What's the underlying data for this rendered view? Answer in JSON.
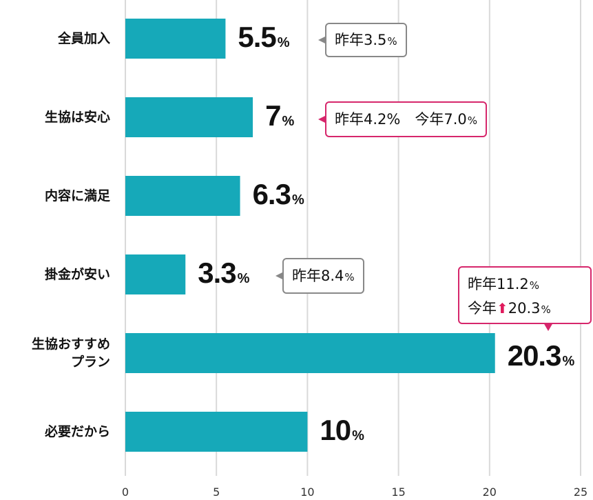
{
  "chart_data": {
    "type": "bar",
    "orientation": "horizontal",
    "categories": [
      "全員加入",
      "生協は安心",
      "内容に満足",
      "掛金が安い",
      "生協おすすめ\nプラン",
      "必要だから"
    ],
    "values": [
      5.5,
      7,
      6.3,
      3.3,
      20.3,
      10
    ],
    "value_labels": [
      "5.5",
      "7",
      "6.3",
      "3.3",
      "20.3",
      "10"
    ],
    "value_suffix": "%",
    "xlim": [
      0,
      25
    ],
    "xticks": [
      0,
      5,
      10,
      15,
      20,
      25
    ],
    "grid": true,
    "bar_color": "#16a9b9",
    "callouts": [
      {
        "category_index": 0,
        "text": "昨年3.5",
        "suffix": "%",
        "highlight": false
      },
      {
        "category_index": 1,
        "text": "昨年4.2%　今年7.0",
        "suffix": "%",
        "highlight": true
      },
      {
        "category_index": 3,
        "text": "昨年8.4",
        "suffix": "%",
        "highlight": false
      },
      {
        "category_index": 4,
        "line1": "昨年11.2",
        "line1_suffix": "%",
        "line2_prefix": "今年",
        "arrow": "⬆",
        "line2": "20.3",
        "line2_suffix": "%",
        "highlight": true
      }
    ]
  },
  "colors": {
    "bar": "#16a9b9",
    "grid": "#d9d9d9",
    "highlight_border": "#d6266b",
    "normal_border": "#888888",
    "arrow": "#e01a5c"
  }
}
